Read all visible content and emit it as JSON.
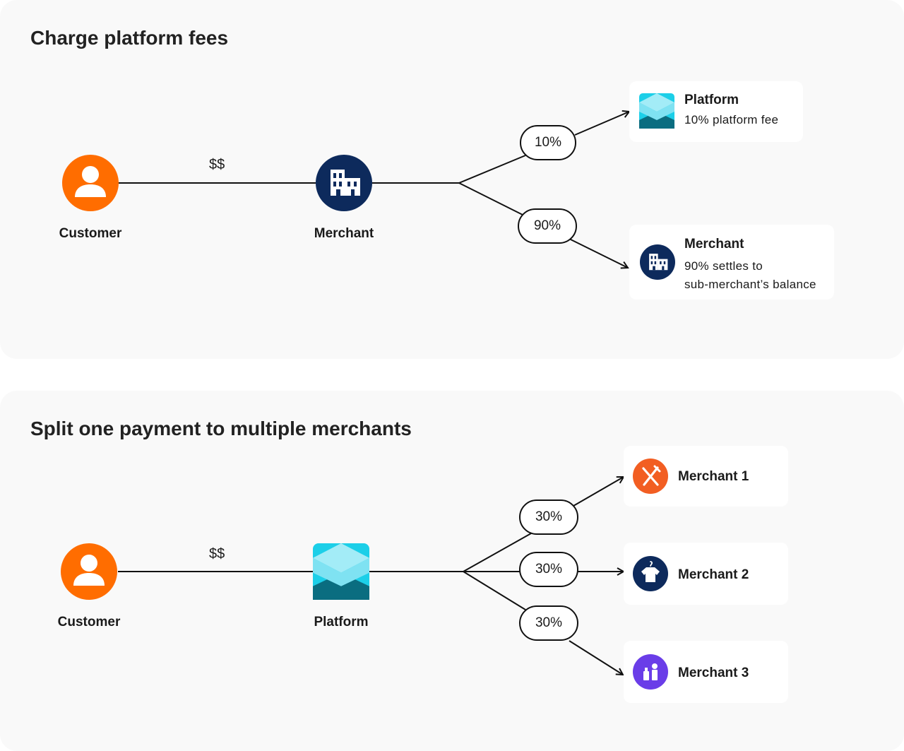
{
  "colors": {
    "customer": "#ff6d00",
    "merchant": "#0d2a5c",
    "platform_light": "#a3ecf7",
    "platform_mid": "#1ccfe8",
    "platform_dark": "#0a6d80",
    "merchant1": "#f25e22",
    "merchant3": "#6a3de8"
  },
  "fees": {
    "title": "Charge platform fees",
    "customer_label": "Customer",
    "money_label": "$$",
    "merchant_label": "Merchant",
    "split_top": "10%",
    "split_bottom": "90%",
    "platform_card": {
      "title": "Platform",
      "text": "10% platform fee",
      "icon": "platform-logo-icon"
    },
    "merchant_card": {
      "title": "Merchant",
      "line1": "90% settles to",
      "line2": "sub-merchant’s balance",
      "icon": "building-icon"
    }
  },
  "split": {
    "title": "Split one payment to multiple merchants",
    "customer_label": "Customer",
    "money_label": "$$",
    "platform_label": "Platform",
    "percent_1": "30%",
    "percent_2": "30%",
    "percent_3": "30%",
    "merchants": [
      {
        "name": "Merchant 1",
        "icon": "fork-knife-icon"
      },
      {
        "name": "Merchant 2",
        "icon": "shirt-hanger-icon"
      },
      {
        "name": "Merchant 3",
        "icon": "cosmetics-icon"
      }
    ]
  }
}
